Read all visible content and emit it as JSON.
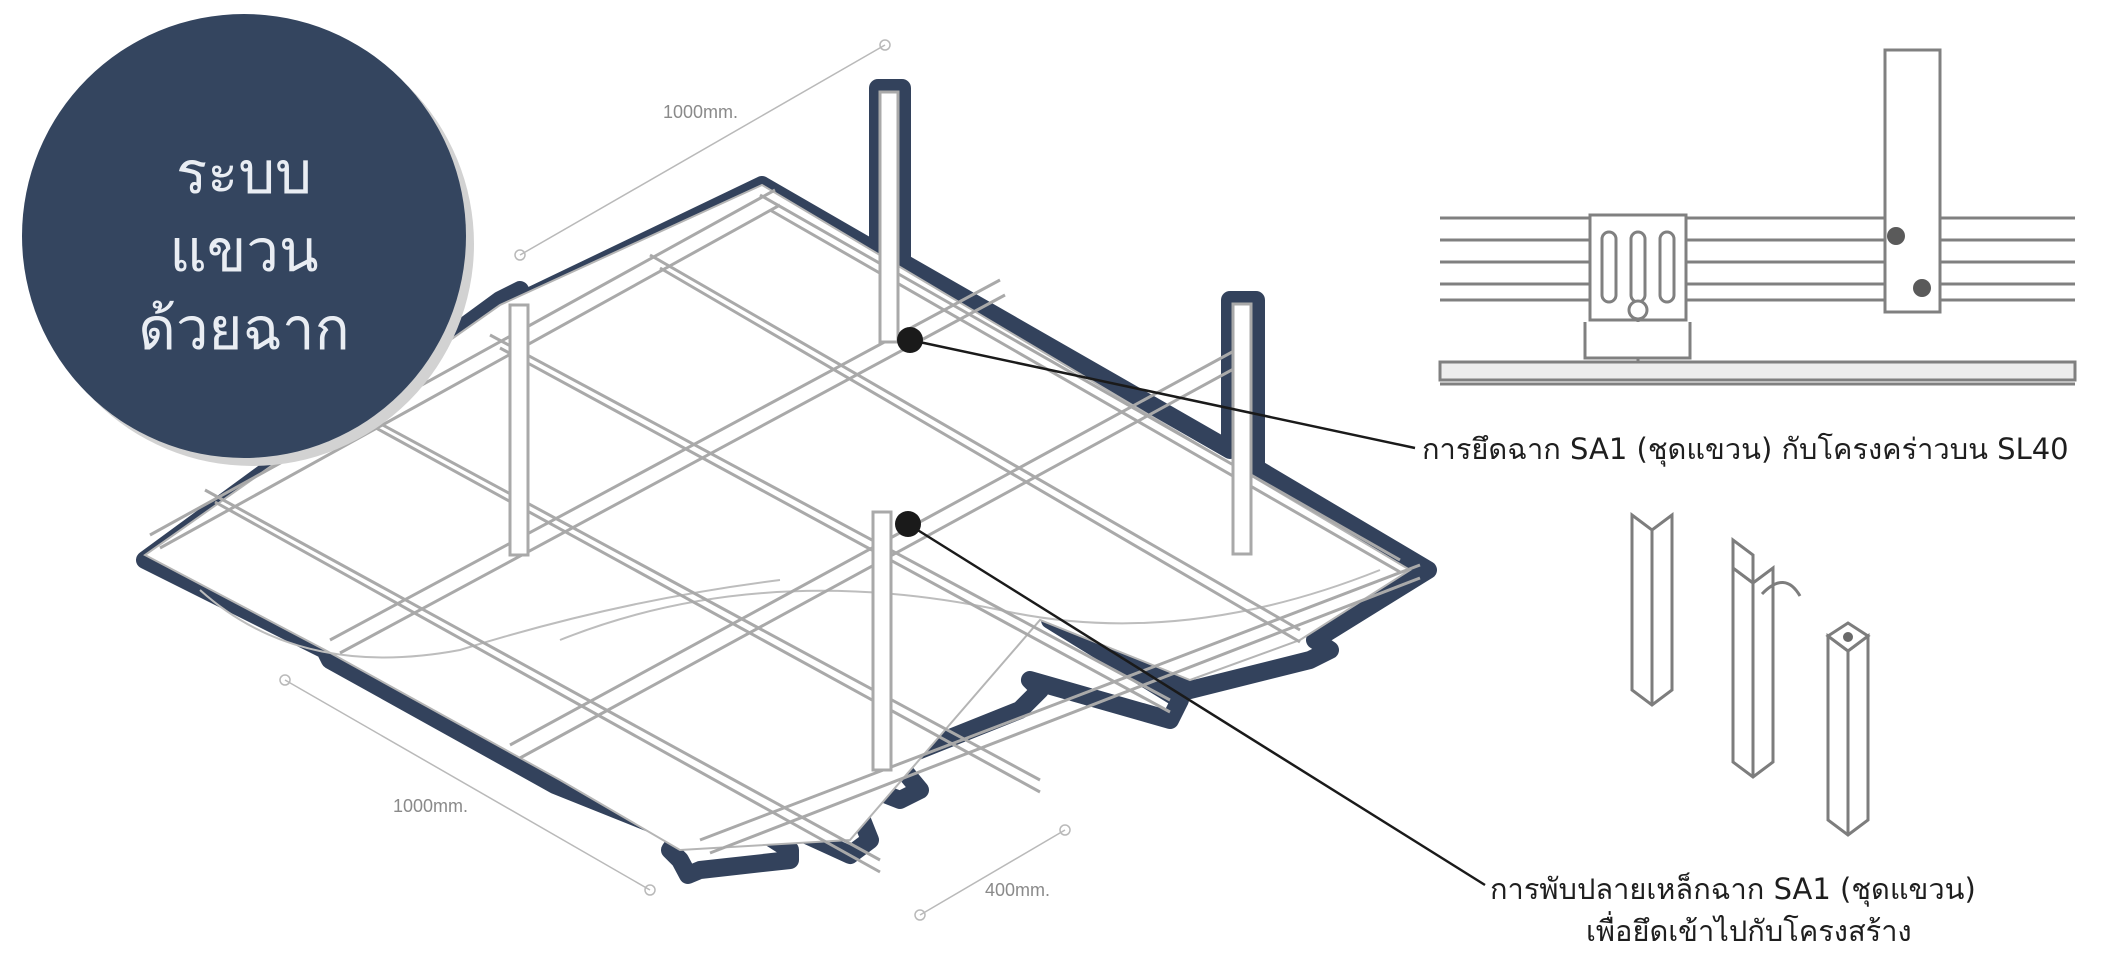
{
  "badge": {
    "lines": [
      "ระบบ",
      "แขวน",
      "ด้วยฉาก"
    ]
  },
  "dimensions": {
    "top": "1000mm.",
    "left": "1000mm.",
    "bottom_right": "400mm."
  },
  "callouts": {
    "hanger_fixing": "การยึดฉาก SA1 (ชุดแขวน) กับโครงคร่าวบน SL40",
    "bending_line1": "การพับปลายเหล็กฉาก SA1 (ชุดแขวน)",
    "bending_line2": "เพื่อยึดเข้าไปกับโครงสร้าง"
  },
  "colors": {
    "navy": "#34455f",
    "frame_outline": "#33425c",
    "steel_stroke": "#a9a9a9",
    "leader": "#1a1a1a"
  }
}
